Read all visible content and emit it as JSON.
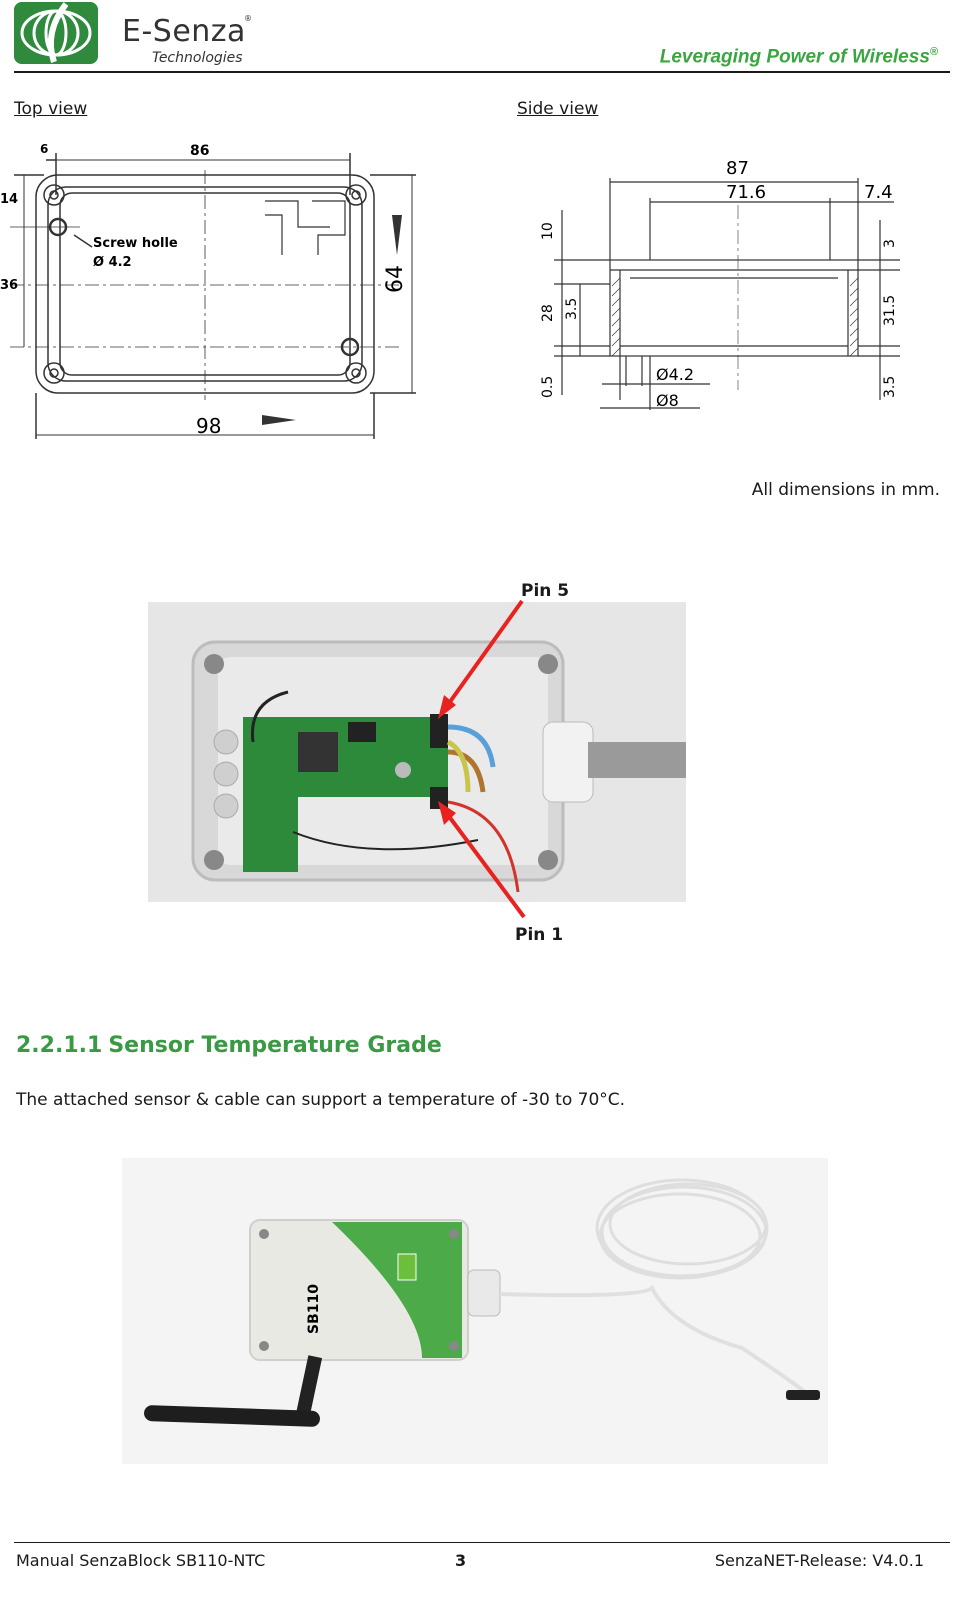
{
  "header": {
    "brand": "E-Senza",
    "brand_mark": "®",
    "brand_sub": "Technologies",
    "tagline": "Leveraging Power of Wireless",
    "tagline_mark": "®",
    "logo_icon": "e-senza-logo-icon"
  },
  "top_view": {
    "label": "Top view",
    "dims": {
      "d6": "6",
      "d86": "86",
      "d14": "14",
      "d36": "36",
      "d64": "64",
      "d98": "98"
    },
    "screw_label_1": "Screw holle",
    "screw_label_2": "Ø 4.2"
  },
  "side_view": {
    "label": "Side view",
    "dims": {
      "d87": "87",
      "d716": "71.6",
      "d74": "7.4",
      "d10": "10",
      "d28": "28",
      "d35a": "3.5",
      "d05": "0.5",
      "d3": "3",
      "d315": "31.5",
      "d35b": "3.5",
      "dia42": "Ø4.2",
      "dia8": "Ø8"
    }
  },
  "dimension_note": "All dimensions in mm.",
  "pin_labels": {
    "top": "Pin 5",
    "bottom": "Pin 1"
  },
  "section": {
    "number": "2.2.1.1",
    "title": "Sensor Temperature Grade",
    "body": "The attached sensor & cable can support a temperature of -30 to 70°C."
  },
  "device_label": "SB110",
  "footer": {
    "left": "Manual SenzaBlock SB110-NTC",
    "page": "3",
    "right": "SenzaNET-Release: V4.0.1"
  },
  "colors": {
    "brand_green": "#3aa640",
    "heading_green": "#3a9a44",
    "arrow_red": "#e8231f"
  }
}
